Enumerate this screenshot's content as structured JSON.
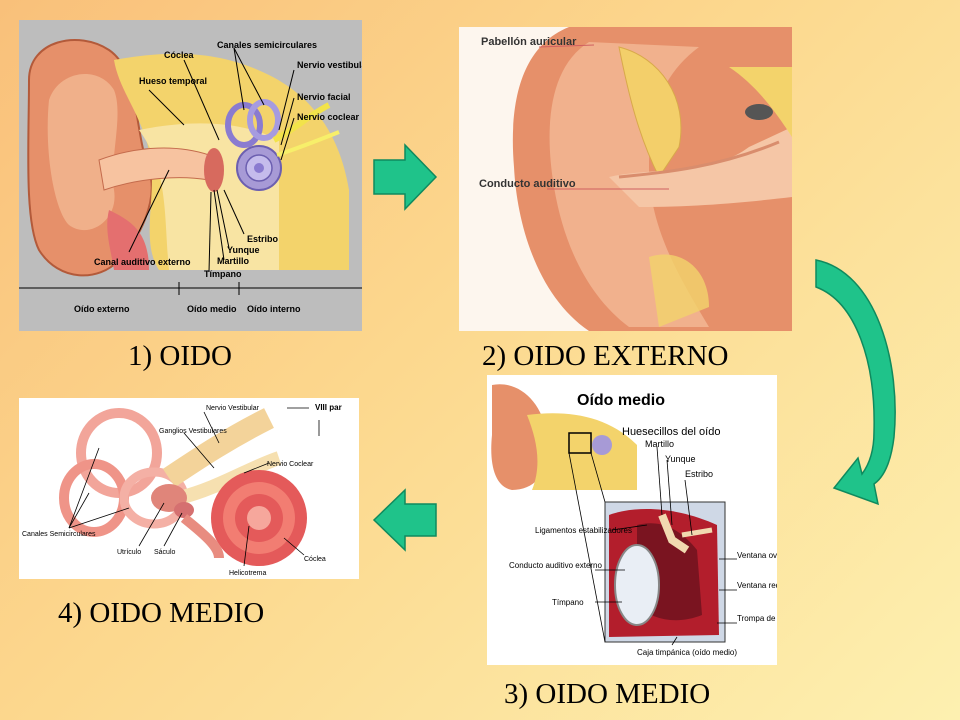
{
  "colors": {
    "arrow": "#1fc38a",
    "arrow_dark": "#0f8a5e",
    "skin": "#e6906a",
    "bone": "#f3d36b",
    "cochlea": "#a79ad6",
    "panel1_bg": "#bdbdbd"
  },
  "captions": {
    "p1": "1) OIDO",
    "p2": "2) OIDO EXTERNO",
    "p3": "3) OIDO MEDIO",
    "p4": "4) OIDO MEDIO"
  },
  "panel1": {
    "labels": {
      "coclea": "Cóclea",
      "canales": "Canales semicirculares",
      "nervio_vestibular": "Nervio vestibular",
      "hueso_temporal": "Hueso temporal",
      "nervio_facial": "Nervio facial",
      "nervio_coclear": "Nervio coclear",
      "estribo": "Estribo",
      "yunque": "Yunque",
      "martillo": "Martillo",
      "timpano": "Tímpano",
      "canal_auditivo": "Canal auditivo externo",
      "oido_externo": "Oído externo",
      "oido_medio": "Oído medio",
      "oido_interno": "Oído interno"
    }
  },
  "panel2": {
    "labels": {
      "pabellon": "Pabellón auricular",
      "conducto": "Conducto auditivo"
    }
  },
  "panel3": {
    "labels": {
      "title": "Oído medio",
      "huesecillos": "Huesecillos del oído",
      "martillo": "Martillo",
      "yunque": "Yunque",
      "estribo": "Estribo",
      "ligamentos": "Ligamentos estabilizadores",
      "conducto": "Conducto auditivo externo",
      "timpano": "Tímpano",
      "ventana_oval": "Ventana oval",
      "ventana_redonda": "Ventana redonda",
      "trompa": "Trompa de Eustaquio",
      "caja": "Caja timpánica (oído medio)"
    }
  },
  "panel4": {
    "labels": {
      "nervio_vestibular": "Nervio Vestibular",
      "viii_par": "VIII par",
      "ganglios": "Ganglios Vestibulares",
      "nervio_coclear": "Nervio Coclear",
      "canales": "Canales Semicirculares",
      "utriculo": "Utrículo",
      "saculo": "Sáculo",
      "coclea": "Cóclea",
      "helicotrema": "Helicotrema"
    }
  }
}
